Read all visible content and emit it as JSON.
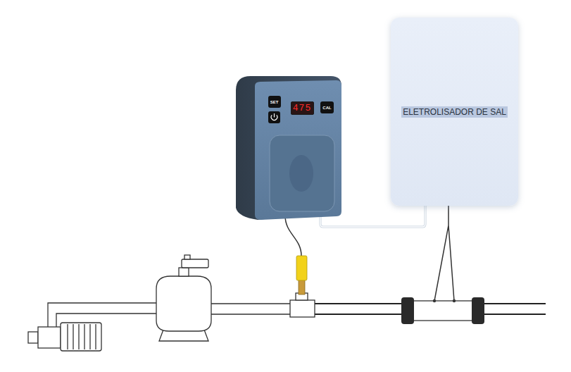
{
  "diagram": {
    "nodes": [
      {
        "text": [
          "SET"
        ]
      },
      {
        "text": [
          "475"
        ]
      },
      {
        "text": [
          "CAL"
        ]
      },
      {
        "text": [
          "ELETROLISADOR DE SAL"
        ]
      }
    ]
  }
}
